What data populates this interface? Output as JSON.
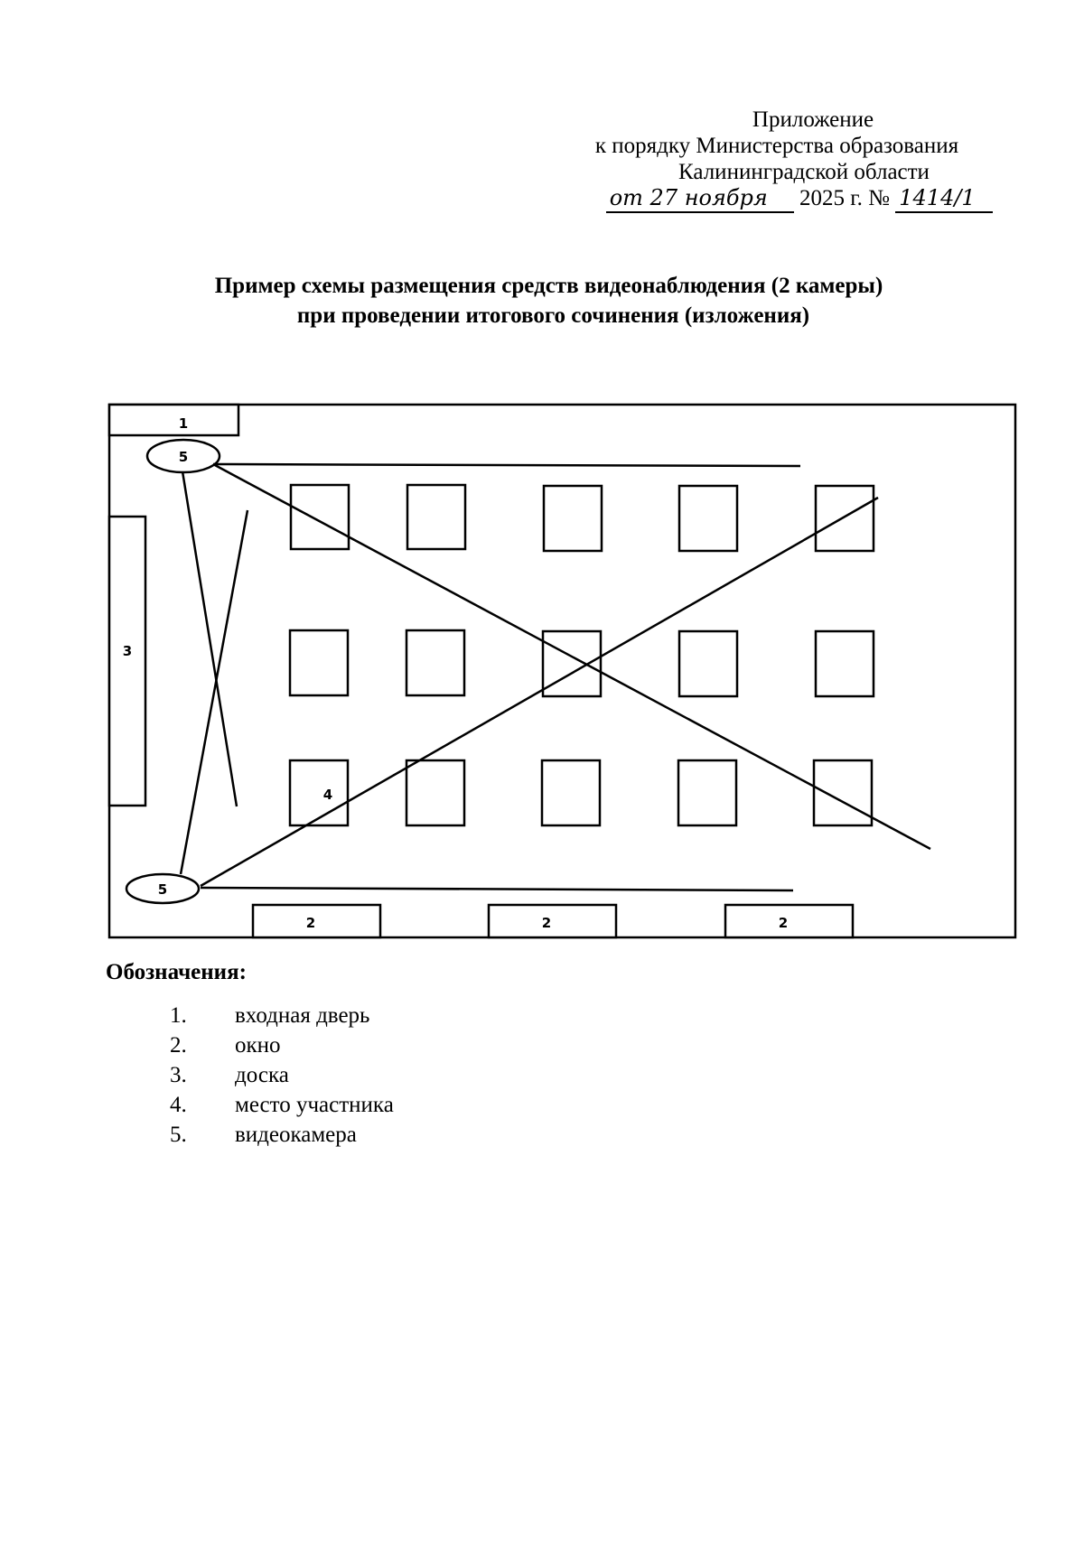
{
  "header": {
    "appendix_label": "Приложение",
    "line2": "к порядку Министерства образования",
    "line3": "Калининградской области",
    "date_prefix_handwritten": "от 27 ноября",
    "year": "2025 г. №",
    "number_handwritten": "1414/1"
  },
  "title": {
    "line1": "Пример схемы размещения средств видеонаблюдения (2 камеры)",
    "line2": "при проведении итогового сочинения (изложения)"
  },
  "diagram": {
    "door_label": "1",
    "camera_top_label": "5",
    "camera_bottom_label": "5",
    "board_label": "3",
    "seat_label": "4",
    "window_labels": [
      "2",
      "2",
      "2"
    ],
    "desk_rows": 3,
    "desk_columns": 5
  },
  "legend": {
    "title": "Обозначения:",
    "items": [
      {
        "num": "1.",
        "label": "входная дверь"
      },
      {
        "num": "2.",
        "label": "окно"
      },
      {
        "num": "3.",
        "label": "доска"
      },
      {
        "num": "4.",
        "label": "место участника"
      },
      {
        "num": "5.",
        "label": "видеокамера"
      }
    ]
  }
}
